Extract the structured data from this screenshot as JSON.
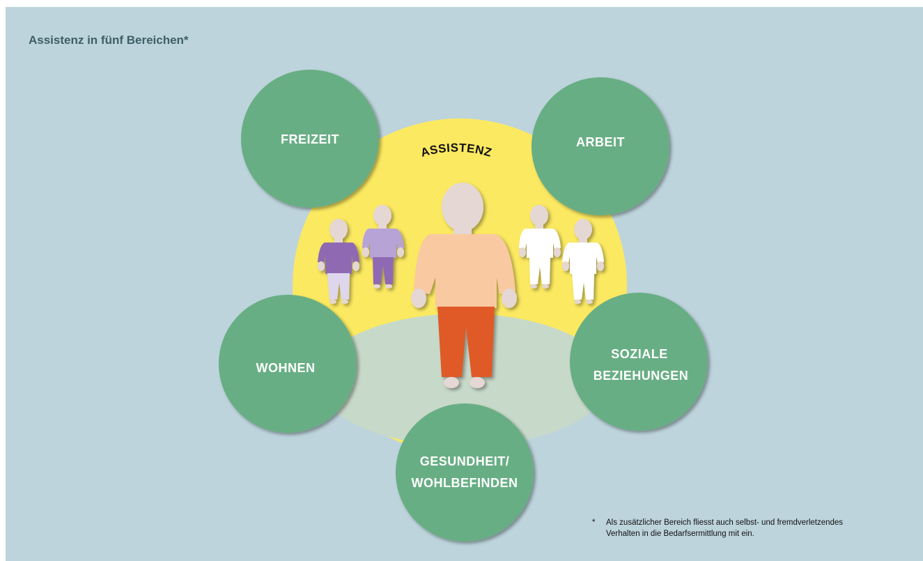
{
  "title": "Assistenz in fünf Bereichen*",
  "center_label": "ASSISTENZ",
  "areas": [
    {
      "id": "freizeit",
      "lines": [
        "FREIZEIT"
      ]
    },
    {
      "id": "arbeit",
      "lines": [
        "ARBEIT"
      ]
    },
    {
      "id": "wohnen",
      "lines": [
        "WOHNEN"
      ]
    },
    {
      "id": "soziale-beziehungen",
      "lines": [
        "SOZIALE",
        "BEZIEHUNGEN"
      ]
    },
    {
      "id": "gesundheit",
      "lines": [
        "GESUNDHEIT/",
        "WOHLBEFINDEN"
      ]
    }
  ],
  "footnote": {
    "marker": "*",
    "line1": "Als zusätzlicher Bereich fliesst auch selbst- und fremdverletzendes",
    "line2": "Verhalten in die Bedarfsermittlung mit ein."
  },
  "colors": {
    "background": "#bdd4dc",
    "circle": "#67ae84",
    "assistance_area": "#fbe961",
    "ground": "#c7d9c9",
    "title": "#3e5f66",
    "person_main_shirt": "#f9c9a2",
    "person_main_pants": "#df5a27",
    "person_purple_dark": "#8f6bb3",
    "person_purple_light": "#b7a3d6",
    "person_white": "#ffffff",
    "skin": "#e5d7d3"
  }
}
